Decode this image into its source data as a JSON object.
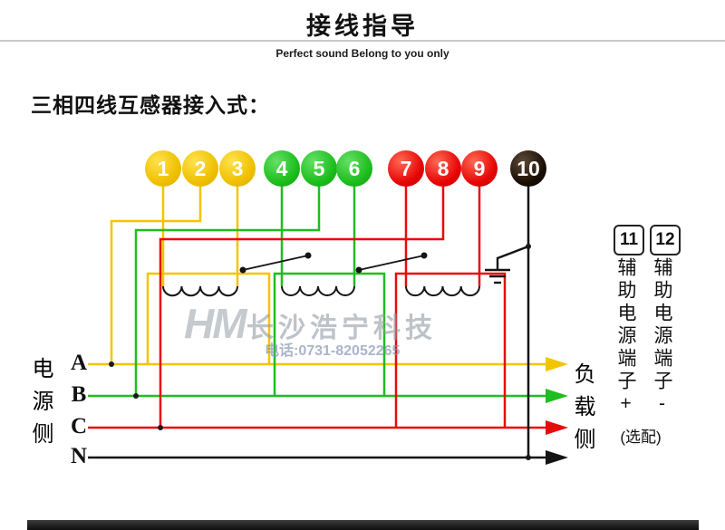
{
  "header": {
    "title": "接线指导",
    "subtitle": "Perfect sound Belong to you only"
  },
  "section": {
    "heading": "三相四线互感器接入式："
  },
  "terminals": [
    {
      "label": "1",
      "color": "#f2c500"
    },
    {
      "label": "2",
      "color": "#f2c500"
    },
    {
      "label": "3",
      "color": "#f2c500"
    },
    {
      "label": "4",
      "color": "#1fbe1f"
    },
    {
      "label": "5",
      "color": "#1fbe1f"
    },
    {
      "label": "6",
      "color": "#1fbe1f"
    },
    {
      "label": "7",
      "color": "#e80b0b"
    },
    {
      "label": "8",
      "color": "#e80b0b"
    },
    {
      "label": "9",
      "color": "#e80b0b"
    },
    {
      "label": "10",
      "color": "#181008"
    }
  ],
  "aux": {
    "box11": "11",
    "box12": "12",
    "label11": "辅助电源端子+",
    "label12": "辅助电源端子-",
    "optional": "(选配)"
  },
  "source": {
    "label": "电源侧",
    "phase_a": "A",
    "phase_b": "B",
    "phase_c": "C",
    "neutral": "N"
  },
  "load": {
    "label": "负载侧"
  },
  "watermark": {
    "logo": "HM",
    "company": "长沙浩宁科技",
    "phone": "电话:0731-82052265"
  },
  "colors": {
    "phase_a": "#f2c500",
    "phase_b": "#1fbe1f",
    "phase_c": "#e80b0b",
    "neutral": "#141414"
  }
}
